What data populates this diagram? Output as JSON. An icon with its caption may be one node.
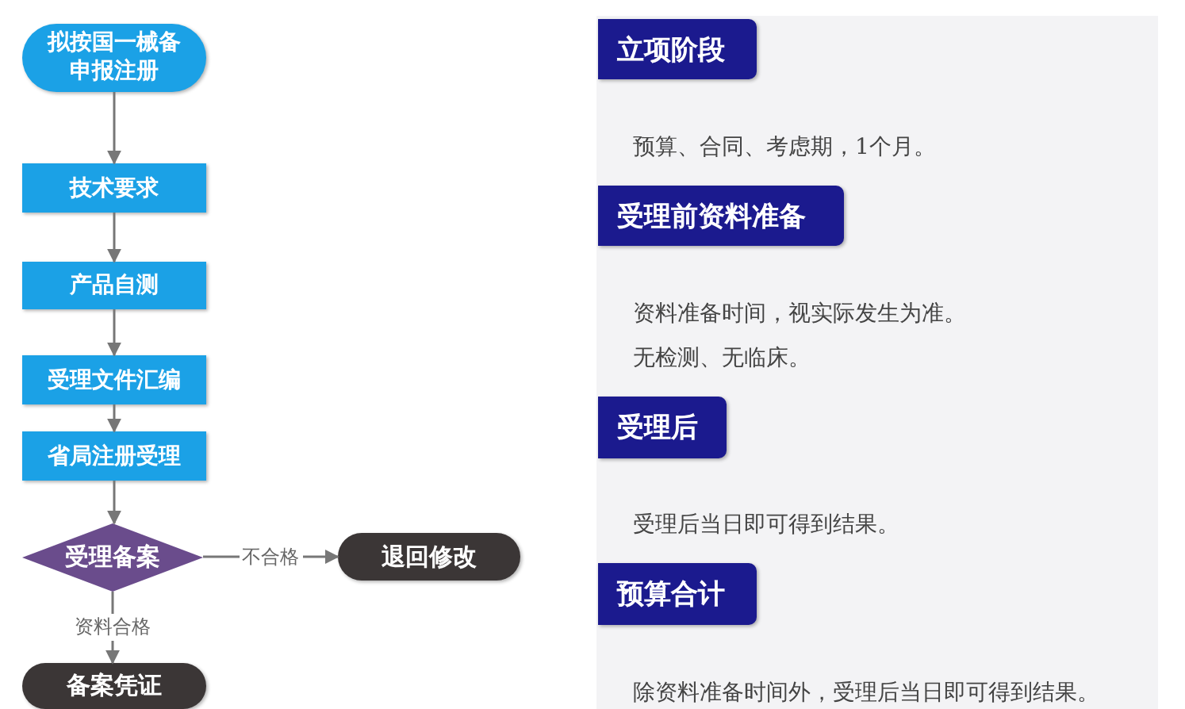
{
  "diagram": {
    "nodes": [
      {
        "text": [
          "拟按国一械备申报注册"
        ]
      },
      {
        "text": [
          "技术要求"
        ]
      },
      {
        "text": [
          "产品自测"
        ]
      },
      {
        "text": [
          "受理文件汇编"
        ]
      },
      {
        "text": [
          "省局注册受理"
        ]
      },
      {
        "text": [
          "受理备案"
        ]
      },
      {
        "text": [
          "退回修改"
        ]
      },
      {
        "text": [
          "备案凭证"
        ]
      },
      {
        "text": [
          "立项阶段"
        ]
      },
      {
        "text": [
          "受理前资料准备"
        ]
      },
      {
        "text": [
          "受理后"
        ]
      },
      {
        "text": [
          "预算合计"
        ]
      }
    ],
    "edges": [
      {
        "from": 0,
        "to": 1,
        "arrow": "to"
      },
      {
        "from": 1,
        "to": 2,
        "arrow": "to"
      },
      {
        "from": 2,
        "to": 3,
        "arrow": "to"
      },
      {
        "from": 3,
        "to": 4,
        "arrow": "to"
      },
      {
        "from": 4,
        "to": 5,
        "arrow": "to"
      },
      {
        "from": 5,
        "to": 6,
        "arrow": "to",
        "label": "不合格"
      },
      {
        "from": 5,
        "to": 7,
        "arrow": "to",
        "label": "资料合格"
      }
    ],
    "labels": [
      "预算、合同、考虑期，1个月。",
      "资料准备时间，视实际发生为准。",
      "无检测、无临床。",
      "受理后当日即可得到结果。",
      "除资料准备时间外，受理后当日即可得到结果。"
    ]
  }
}
